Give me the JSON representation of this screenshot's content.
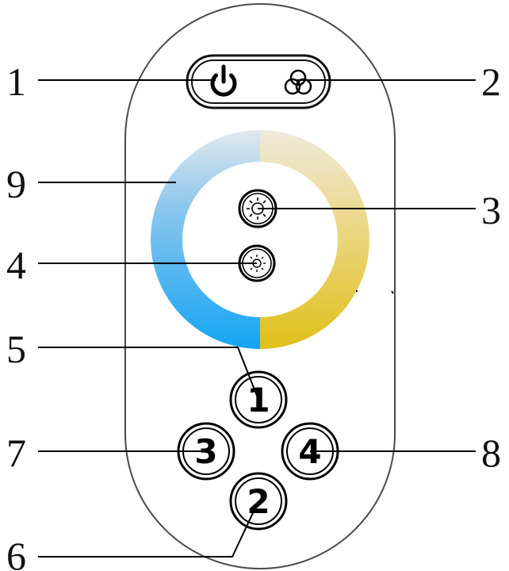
{
  "diagram": {
    "callouts": [
      {
        "id": "1",
        "target": "power-button"
      },
      {
        "id": "2",
        "target": "color-mode-button"
      },
      {
        "id": "3",
        "target": "brightness-up-button"
      },
      {
        "id": "4",
        "target": "brightness-down-button"
      },
      {
        "id": "5",
        "target": "scene-button-1"
      },
      {
        "id": "6",
        "target": "scene-button-2"
      },
      {
        "id": "7",
        "target": "scene-button-3"
      },
      {
        "id": "8",
        "target": "scene-button-4"
      },
      {
        "id": "9",
        "target": "color-temperature-ring"
      }
    ],
    "buttons": {
      "scene_1": "1",
      "scene_2": "2",
      "scene_3": "3",
      "scene_4": "4"
    },
    "colors": {
      "ring_cool": "#1aa6f2",
      "ring_cool_light": "#dde9f2",
      "ring_warm": "#e2c21e",
      "ring_warm_light": "#ece6d4",
      "outline": "#444444"
    }
  }
}
